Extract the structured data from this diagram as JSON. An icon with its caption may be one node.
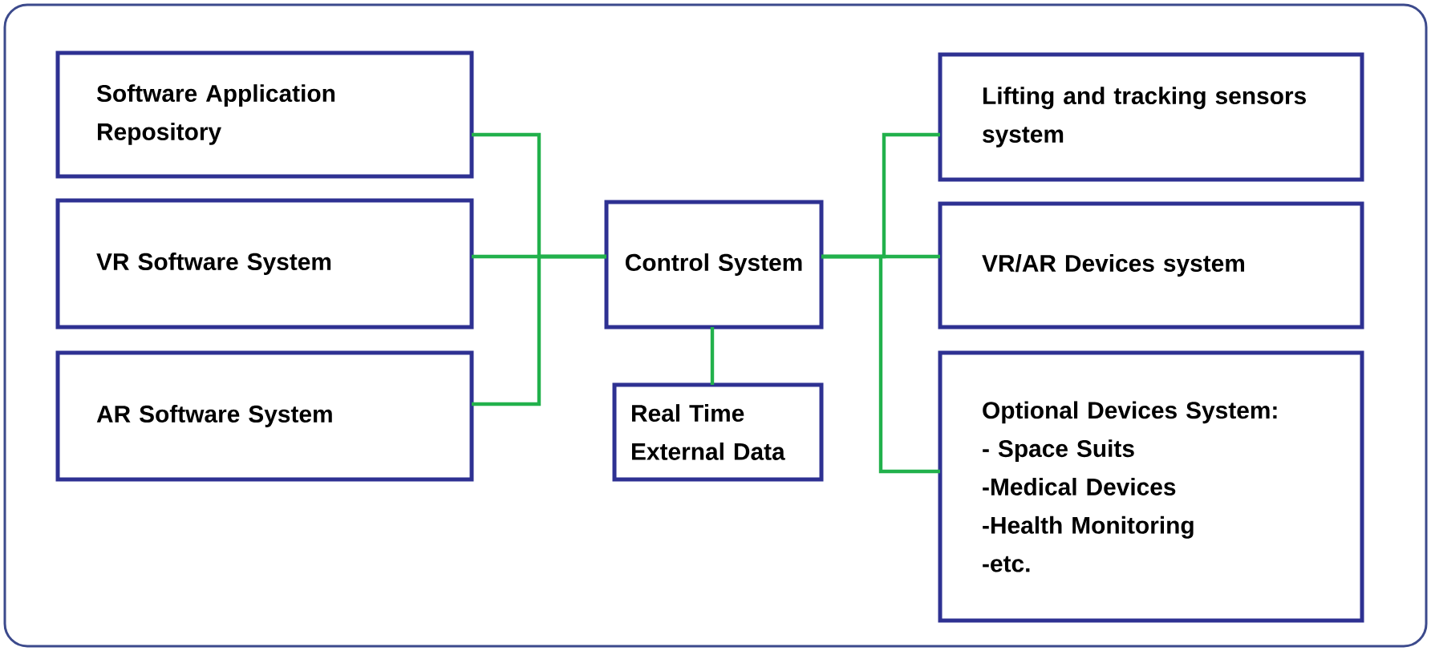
{
  "diagram": {
    "nodes": [
      {
        "text": [
          "Software Application Repository"
        ]
      },
      {
        "text": [
          "VR Software System"
        ]
      },
      {
        "text": [
          "AR Software System"
        ]
      },
      {
        "text": [
          "Control System"
        ]
      },
      {
        "text": [
          "Real Time External Data"
        ]
      },
      {
        "text": [
          "Lifting and tracking sensors system"
        ]
      },
      {
        "text": [
          "VR/AR Devices system"
        ]
      },
      {
        "text": [
          "Optional Devices System:",
          "- Space Suits",
          "-Medical Devices",
          "-Health Monitoring",
          "-etc."
        ]
      }
    ],
    "edges": [
      {
        "from": 0,
        "to": 3,
        "arrow": "none"
      },
      {
        "from": 1,
        "to": 3,
        "arrow": "none"
      },
      {
        "from": 2,
        "to": 3,
        "arrow": "none"
      },
      {
        "from": 3,
        "to": 4,
        "arrow": "none"
      },
      {
        "from": 3,
        "to": 5,
        "arrow": "none"
      },
      {
        "from": 3,
        "to": 6,
        "arrow": "none"
      },
      {
        "from": 3,
        "to": 7,
        "arrow": "none"
      }
    ]
  }
}
